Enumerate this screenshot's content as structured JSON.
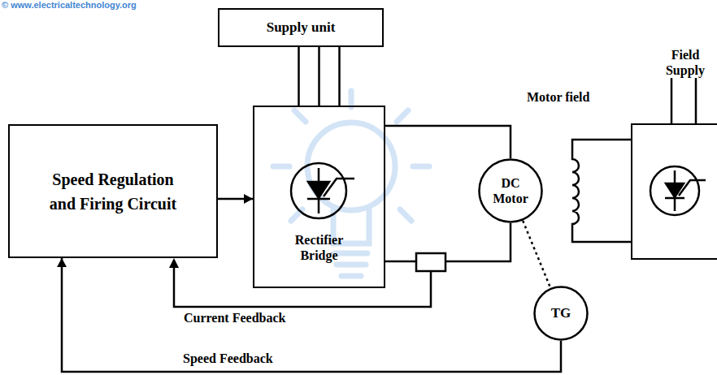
{
  "diagram": {
    "nodes": [
      {
        "text": [
          "Supply unit"
        ]
      },
      {
        "text": [
          "Speed Regulation and Firing Circuit"
        ]
      },
      {
        "text": [
          "Rectifier Bridge"
        ]
      },
      {
        "text": [
          "DC Motor"
        ]
      },
      {
        "text": [
          "TG"
        ]
      },
      {
        "text": [
          "Field Supply"
        ]
      }
    ],
    "edges": [
      {
        "from": 0,
        "to": 2,
        "arrow": "none"
      },
      {
        "from": 1,
        "to": 2,
        "arrow": "to"
      },
      {
        "from": 2,
        "to": 3,
        "arrow": "none"
      },
      {
        "from": 3,
        "to": 2,
        "arrow": "none"
      },
      {
        "from": 3,
        "to": 4,
        "arrow": "none"
      },
      {
        "from": 4,
        "to": 1,
        "label": "Speed Feedback",
        "arrow": "to"
      }
    ],
    "labels": [
      "© www.electricaltechnology.org",
      "Motor field",
      "Current Feedback"
    ]
  }
}
